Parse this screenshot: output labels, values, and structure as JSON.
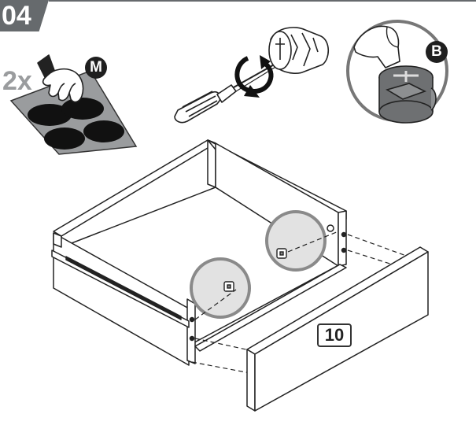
{
  "step": {
    "number": "04"
  },
  "felt_pads": {
    "quantity": "2x",
    "callout": "M"
  },
  "detail": {
    "callout": "B"
  },
  "front_panel": {
    "part_number": "10"
  },
  "colors": {
    "badge": "#666a6d",
    "pad": "#111111",
    "sheet": "#9a9c9e",
    "cam": "#6e7072",
    "outline": "#222222"
  }
}
